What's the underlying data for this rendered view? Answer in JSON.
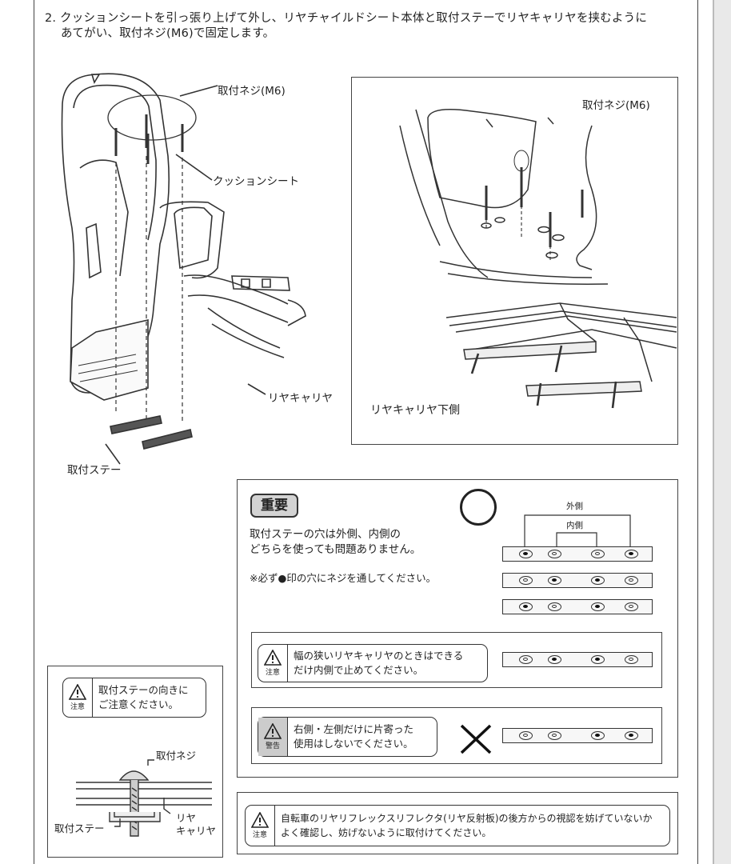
{
  "instruction": {
    "line1": "2. クッションシートを引っ張り上げて外し、リヤチャイルドシート本体と取付ステーでリヤキャリヤを挟むように",
    "line2": "あてがい、取付ネジ(M6)で固定します。"
  },
  "main_figure": {
    "screw_label": "取付ネジ(M6)",
    "cushion_label": "クッションシート",
    "carrier_label": "リヤキャリヤ",
    "stay_label": "取付ステー"
  },
  "detail_figure": {
    "screw_label": "取付ネジ(M6)",
    "carrier_under_label": "リヤキャリヤ下側"
  },
  "important": {
    "badge": "重要",
    "text_line1": "取付ステーの穴は外側、内側の",
    "text_line2": "どちらを使っても問題ありません。",
    "note": "※必ず●印の穴にネジを通してください。",
    "outer_label": "外側",
    "inner_label": "内側",
    "ok_symbol": "○",
    "ng_symbol": "×",
    "caution_narrow_line1": "幅の狭いリヤキャリヤのときはできる",
    "caution_narrow_line2": "だけ内側で止めてください。",
    "warning_one_side_line1": "右側・左側だけに片寄った",
    "warning_one_side_line2": "使用はしないでください。",
    "stay_patterns_ok": [
      [
        true,
        false,
        false,
        true
      ],
      [
        false,
        true,
        true,
        false
      ],
      [
        true,
        false,
        true,
        false
      ]
    ],
    "stay_pattern_narrow": [
      false,
      true,
      true,
      false
    ],
    "stay_pattern_ng": [
      false,
      false,
      true,
      true
    ]
  },
  "stay_direction": {
    "caution_line1": "取付ステーの向きに",
    "caution_line2": "ご注意ください。",
    "screw_label": "取付ネジ",
    "stay_label": "取付ステー",
    "carrier_label_line1": "リヤ",
    "carrier_label_line2": "キャリヤ"
  },
  "reflector": {
    "line1": "自転車のリヤリフレックスリフレクタ(リヤ反射板)の後方からの視認を妨げていないか",
    "line2": "よく確認し、妨げないように取付けてください。"
  },
  "caution_tag": "注意",
  "warning_tag": "警告",
  "colors": {
    "line": "#333333",
    "badge_bg": "#d3d3d3",
    "warning_bg": "#cccccc",
    "sidebar": "#e9e9e9"
  }
}
